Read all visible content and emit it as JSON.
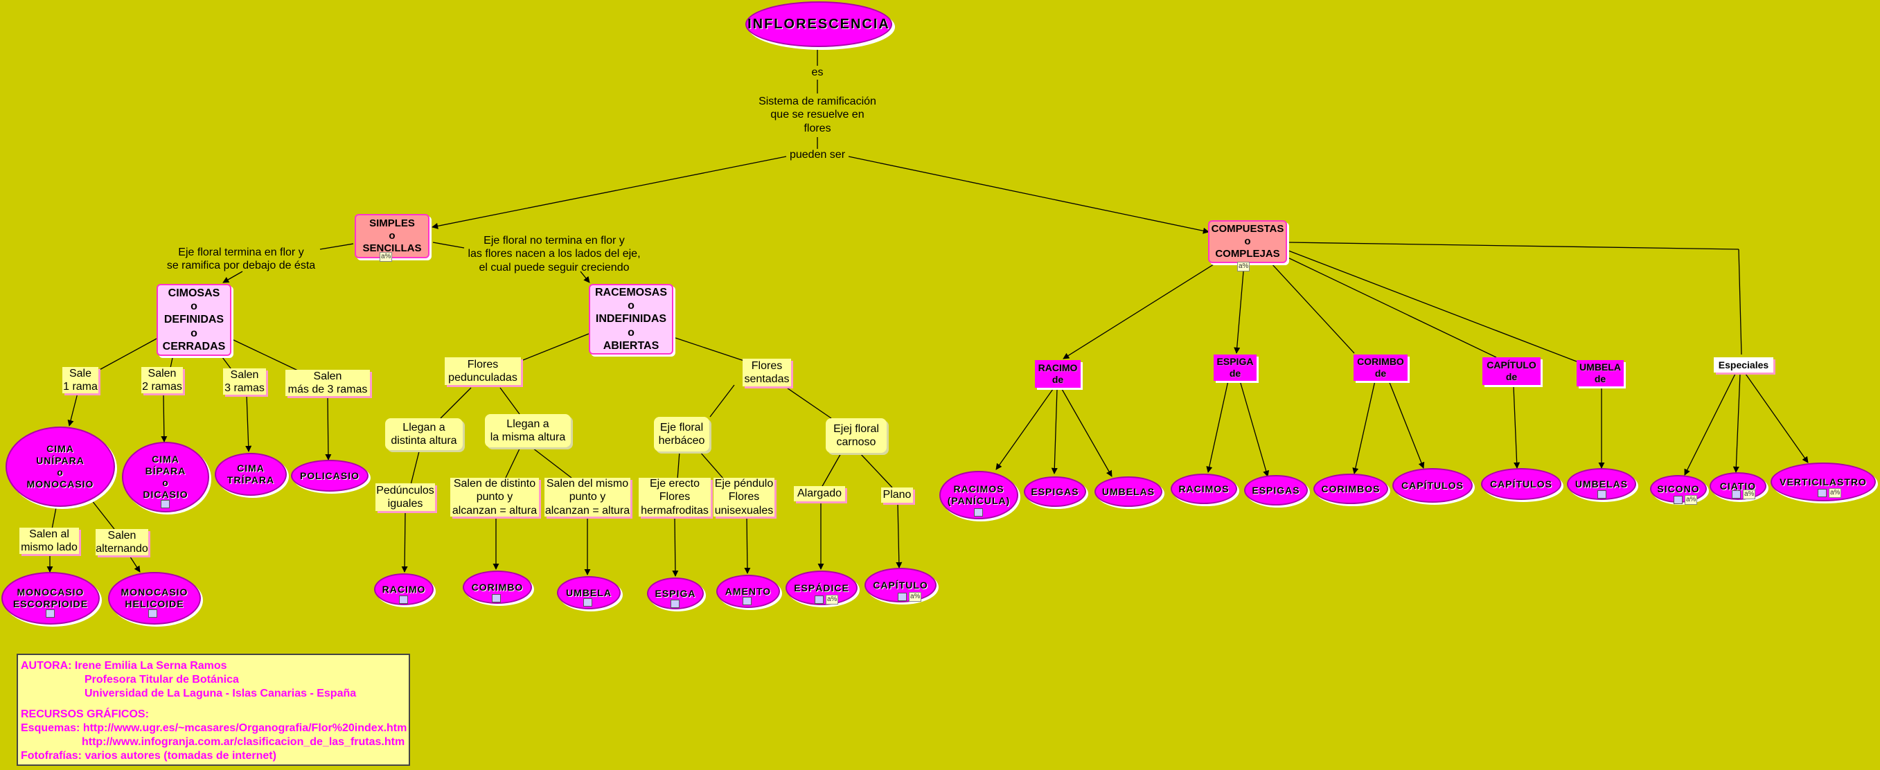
{
  "title": "INFLORESCENCIA",
  "link_es": "es",
  "definition": "Sistema de ramificación\nque se resuelve en\nflores",
  "link_pueden_ser": "pueden ser",
  "simples": "SIMPLES\no\nSENCILLAS",
  "compuestas": "COMPUESTAS\no\nCOMPLEJAS",
  "link_cimosas": "Eje floral termina en flor y\nse ramifica por debajo de ésta",
  "link_racemosas": "Eje floral no termina en flor y\nlas flores nacen a los lados del eje,\nel cual puede seguir creciendo",
  "cimosas": "CIMOSAS\no\nDEFINIDAS\no\nCERRADAS",
  "racemosas": "RACEMOSAS\no\nINDEFINIDAS\no\nABIERTAS",
  "cima_branches": {
    "sale1": "Sale\n1 rama",
    "salen2": "Salen\n2 ramas",
    "salen3": "Salen\n3 ramas",
    "salenmas": "Salen\nmás de 3 ramas"
  },
  "cima_types": {
    "unipara": "CIMA\nUNÍPARA\no\nMONOCASIO",
    "bipara": "CIMA\nBÍPARA\no\nDICASIO",
    "tripara": "CIMA\nTRÍPARA",
    "policasio": "POLICASIO"
  },
  "monocasio_links": {
    "mismo_lado": "Salen al\nmismo lado",
    "alternando": "Salen\nalternando"
  },
  "monocasio_types": {
    "escorpioide": "MONOCASIO\nESCORPIOIDE",
    "helicoide": "MONOCASIO\nHELICOIDE"
  },
  "racemosa_branches": {
    "pedunculadas": "Flores\npedunculadas",
    "sentadas": "Flores\nsentadas",
    "distinta_altura": "Llegan a\ndistinta altura",
    "misma_altura": "Llegan a\nla misma altura",
    "herbaceo": "Eje floral\nherbáceo",
    "carnoso": "Ejej floral\ncarnoso",
    "pedunculos_iguales": "Pedúnculos\niguales",
    "distinto_punto": "Salen de distinto\npunto y\nalcanzan = altura",
    "mismo_punto": "Salen del mismo\npunto y\nalcanzan = altura",
    "eje_erecto": "Eje erecto\nFlores\nhermafroditas",
    "eje_pendulo": "Eje péndulo\nFlores\nunisexuales",
    "alargado": "Alargado",
    "plano": "Plano"
  },
  "racemosa_types": {
    "racimo": "RACIMO",
    "corimbo": "CORIMBO",
    "umbela": "UMBELA",
    "espiga": "ESPIGA",
    "amento": "AMENTO",
    "espadice": "ESPÁDICE",
    "capitulo": "CAPÍTULO"
  },
  "compuestas_groups": {
    "racimo_de": "RACIMO\nde",
    "espiga_de": "ESPIGA\nde",
    "corimbo_de": "CORIMBO\nde",
    "capitulo_de": "CAPÍTULO\nde",
    "umbela_de": "UMBELA\nde",
    "especiales": "Especiales"
  },
  "compuestas_types": {
    "racimos_panicula": "RACIMOS\n(PANÍCULA)",
    "espigas_1": "ESPIGAS",
    "umbelas_1": "UMBELAS",
    "racimos": "RACIMOS",
    "espigas_2": "ESPIGAS",
    "corimbos": "CORIMBOS",
    "capitulos_1": "CAPÍTULOS",
    "capitulos_2": "CAPÍTULOS",
    "umbelas_2": "UMBELAS",
    "sicono": "SICONO",
    "ciatio": "CIATIO",
    "verticilastro": "VERTICILASTRO"
  },
  "author": {
    "line1": "AUTORA: Irene Emilia La Serna Ramos",
    "line2": "Profesora Titular de Botánica",
    "line3": "Universidad de La Laguna - Islas Canarias - España",
    "recursos": "RECURSOS GRÁFICOS:",
    "esquemas_label": "Esquemas:",
    "url1": "http://www.ugr.es/~mcasares/Organografia/Flor%20index.htm",
    "url2": "http://www.infogranja.com.ar/clasificacion_de_las_frutas.htm",
    "fotografias": "Fotofrafías: varios autores (tomadas de internet)"
  },
  "icons": {
    "image": "image-icon",
    "concept_map": "concept-map-icon"
  },
  "colors": {
    "background": "#cccc00",
    "magenta": "#ff00ff",
    "salmon": "#ff9999",
    "pink": "#ffccff",
    "yellow": "#ffff99"
  }
}
